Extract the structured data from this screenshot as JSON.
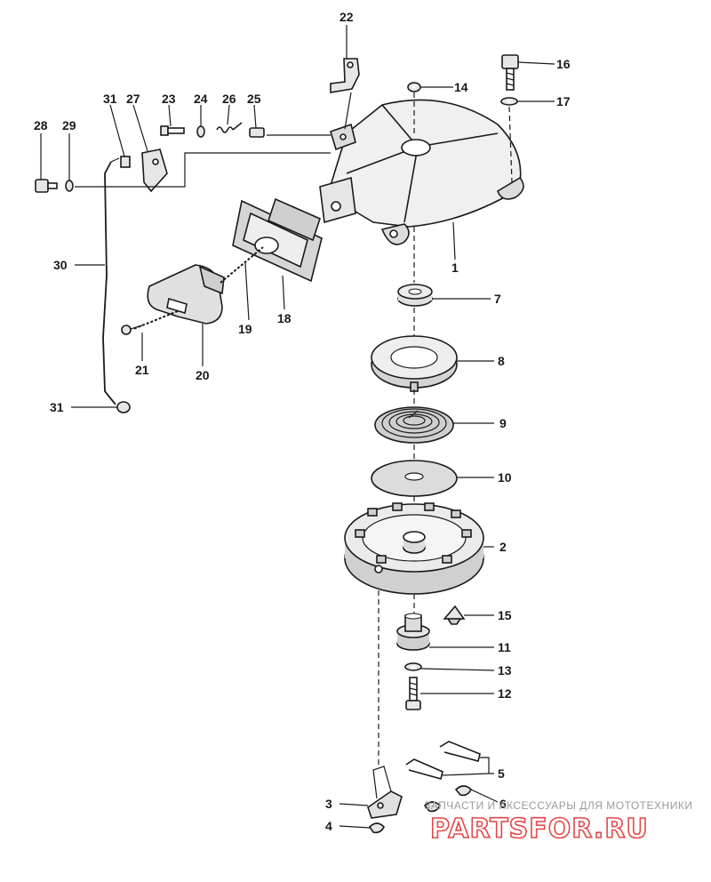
{
  "callouts": [
    {
      "id": "c22",
      "text": "22"
    },
    {
      "id": "c16",
      "text": "16"
    },
    {
      "id": "c14",
      "text": "14"
    },
    {
      "id": "c17",
      "text": "17"
    },
    {
      "id": "c31a",
      "text": "31"
    },
    {
      "id": "c27",
      "text": "27"
    },
    {
      "id": "c23",
      "text": "23"
    },
    {
      "id": "c24",
      "text": "24"
    },
    {
      "id": "c26",
      "text": "26"
    },
    {
      "id": "c25",
      "text": "25"
    },
    {
      "id": "c28",
      "text": "28"
    },
    {
      "id": "c29",
      "text": "29"
    },
    {
      "id": "c1",
      "text": "1"
    },
    {
      "id": "c30",
      "text": "30"
    },
    {
      "id": "c7",
      "text": "7"
    },
    {
      "id": "c19",
      "text": "19"
    },
    {
      "id": "c18",
      "text": "18"
    },
    {
      "id": "c8",
      "text": "8"
    },
    {
      "id": "c21",
      "text": "21"
    },
    {
      "id": "c20",
      "text": "20"
    },
    {
      "id": "c31b",
      "text": "31"
    },
    {
      "id": "c9",
      "text": "9"
    },
    {
      "id": "c10",
      "text": "10"
    },
    {
      "id": "c2",
      "text": "2"
    },
    {
      "id": "c15",
      "text": "15"
    },
    {
      "id": "c11",
      "text": "11"
    },
    {
      "id": "c13",
      "text": "13"
    },
    {
      "id": "c12",
      "text": "12"
    },
    {
      "id": "c5",
      "text": "5"
    },
    {
      "id": "c3",
      "text": "3"
    },
    {
      "id": "c6",
      "text": "6"
    },
    {
      "id": "c4",
      "text": "4"
    }
  ],
  "watermark": {
    "tagline": "ЗАПЧАСТИ И АКСЕССУАРЫ ДЛЯ МОТОТЕХНИКИ",
    "logo": "PARTSFOR.RU"
  }
}
